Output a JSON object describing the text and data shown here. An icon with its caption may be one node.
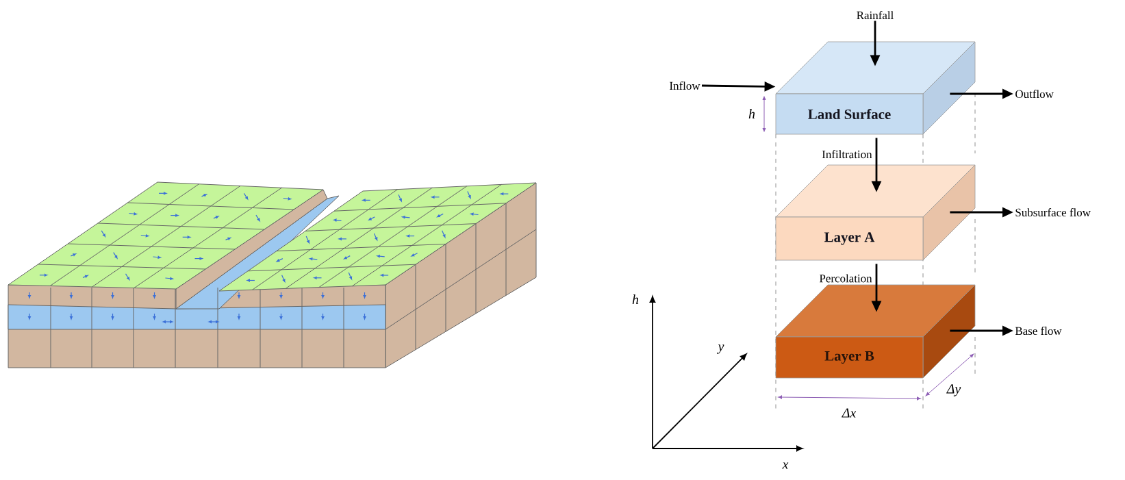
{
  "diagram": {
    "nodes": [
      {
        "text": [
          "Rainfall"
        ]
      },
      {
        "text": [
          "Inflow"
        ]
      },
      {
        "text": [
          "Land Surface"
        ]
      },
      {
        "text": [
          "Outflow"
        ]
      },
      {
        "text": [
          "Layer A"
        ]
      },
      {
        "text": [
          "Subsurface flow"
        ]
      },
      {
        "text": [
          "Layer B"
        ]
      },
      {
        "text": [
          "Base flow"
        ]
      }
    ],
    "edges": [
      {
        "from": 0,
        "to": 2,
        "arrow": "to"
      },
      {
        "from": 1,
        "to": 2,
        "arrow": "to"
      },
      {
        "from": 2,
        "to": 3,
        "arrow": "to"
      },
      {
        "from": 2,
        "to": 4,
        "arrow": "to",
        "label": "Infiltration"
      },
      {
        "from": 4,
        "to": 5,
        "arrow": "to"
      },
      {
        "from": 4,
        "to": 6,
        "arrow": "to",
        "label": "Percolation"
      },
      {
        "from": 6,
        "to": 7,
        "arrow": "to"
      }
    ],
    "labels": [
      "h",
      "h",
      "y",
      "Δy",
      "Δx",
      "x"
    ]
  }
}
